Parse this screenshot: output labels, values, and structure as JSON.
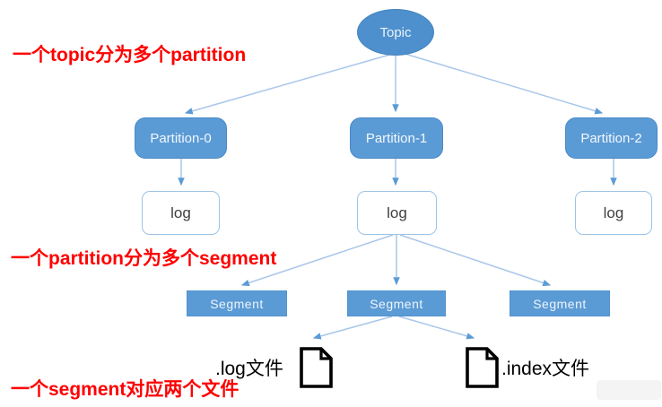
{
  "diagram": {
    "topic": {
      "label": "Topic"
    },
    "partitions": [
      {
        "label": "Partition-0"
      },
      {
        "label": "Partition-1"
      },
      {
        "label": "Partition-2"
      }
    ],
    "logs": [
      {
        "label": "log"
      },
      {
        "label": "log"
      },
      {
        "label": "log"
      }
    ],
    "segments": [
      {
        "label": "Segment"
      },
      {
        "label": "Segment"
      },
      {
        "label": "Segment"
      }
    ],
    "files": [
      {
        "label": ".log文件"
      },
      {
        "label": ".index文件"
      }
    ]
  },
  "annotations": [
    {
      "text": "一个topic分为多个partition"
    },
    {
      "text": "一个partition分为多个segment"
    },
    {
      "text": "一个segment对应两个文件"
    }
  ],
  "colors": {
    "node_blue": "#5B9BD5",
    "topic_blue": "#4E90CD",
    "connector_line": "#A9C7E9",
    "arrowhead_blue": "#5B9BD5",
    "log_border_blue": "#9DC3E6",
    "annotation_red": "#FE0000",
    "file_icon_black": "#000000"
  }
}
